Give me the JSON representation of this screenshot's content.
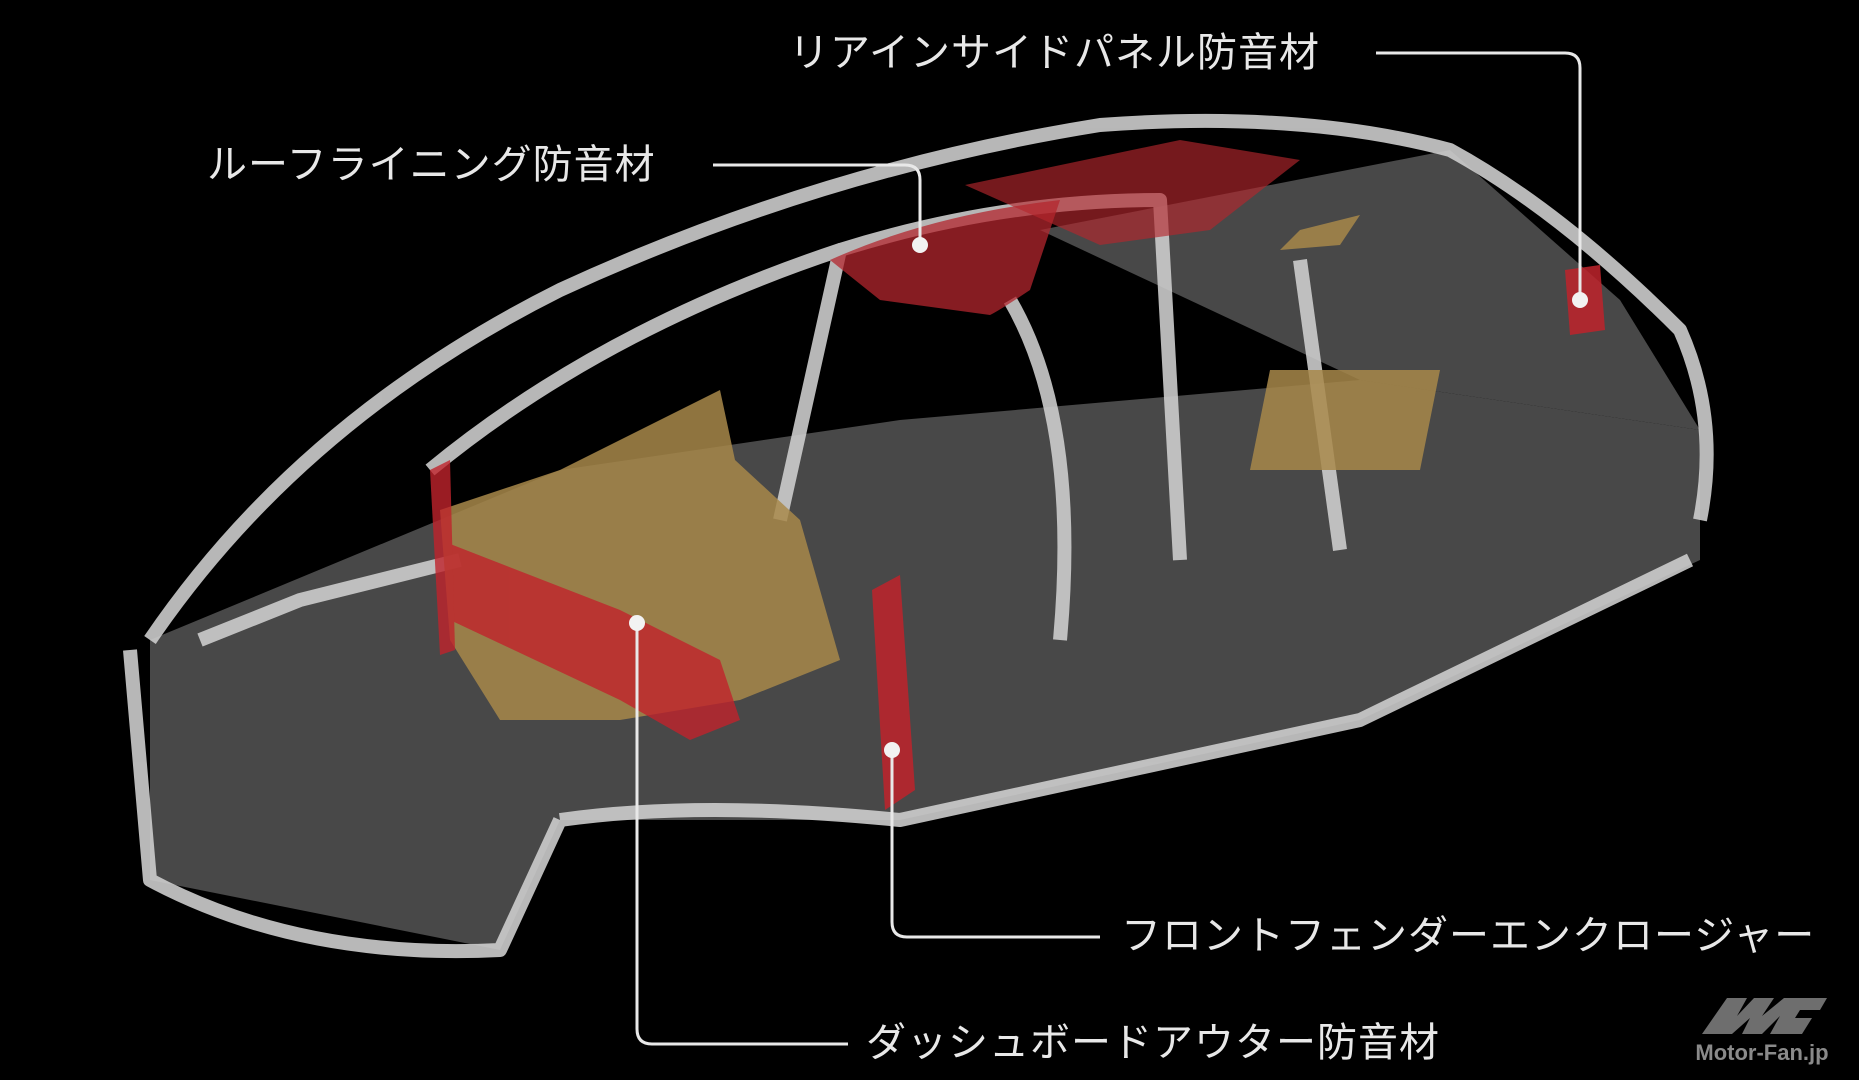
{
  "labels": {
    "rear_inside_panel": "リアインサイドパネル防音材",
    "roof_lining": "ルーフライニング防音材",
    "front_fender_enclosure": "フロントフェンダーエンクロージャー",
    "dashboard_outer": "ダッシュボードアウター防音材"
  },
  "logo": {
    "text": "Motor-Fan.jp"
  },
  "colors": {
    "background": "#000000",
    "body": "#cfcfcf",
    "insulation_red": "#b3262d",
    "insulation_gold": "#a8884a",
    "callout": "#e8e8e8"
  }
}
